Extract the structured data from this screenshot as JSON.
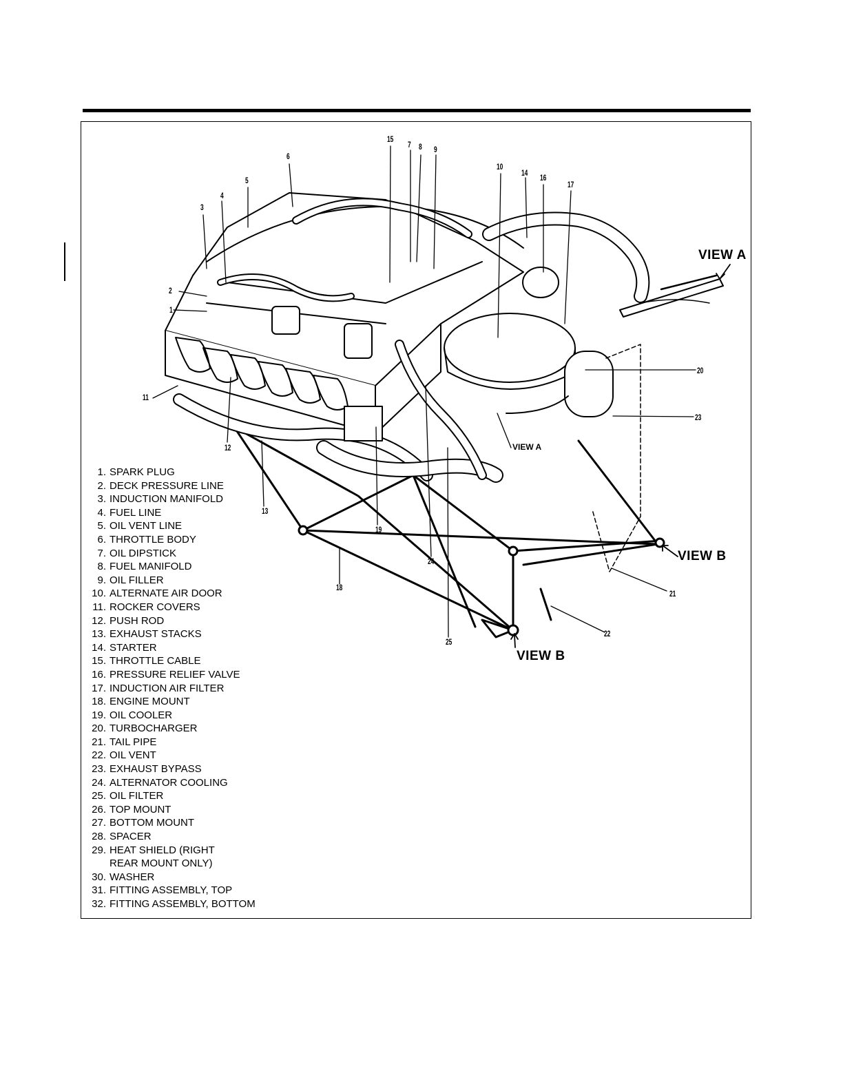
{
  "callouts": [
    "1",
    "2",
    "3",
    "4",
    "5",
    "6",
    "7",
    "8",
    "9",
    "10",
    "11",
    "12",
    "13",
    "14",
    "15",
    "16",
    "17",
    "18",
    "19",
    "20",
    "21",
    "22",
    "23",
    "24",
    "25"
  ],
  "views": {
    "view_a_large": "VIEW A",
    "view_a_small": "VIEW A",
    "view_b_right": "VIEW B",
    "view_b_bottom": "VIEW B"
  },
  "legend": [
    {
      "num": "1.",
      "text": "SPARK PLUG"
    },
    {
      "num": "2.",
      "text": "DECK PRESSURE LINE"
    },
    {
      "num": "3.",
      "text": "INDUCTION MANIFOLD"
    },
    {
      "num": "4.",
      "text": "FUEL LINE"
    },
    {
      "num": "5.",
      "text": "OIL VENT LINE"
    },
    {
      "num": "6.",
      "text": "THROTTLE BODY"
    },
    {
      "num": "7.",
      "text": "OIL DIPSTICK"
    },
    {
      "num": "8.",
      "text": "FUEL MANIFOLD"
    },
    {
      "num": "9.",
      "text": "OIL FILLER"
    },
    {
      "num": "10.",
      "text": "ALTERNATE AIR DOOR"
    },
    {
      "num": "11.",
      "text": "ROCKER COVERS"
    },
    {
      "num": "12.",
      "text": "PUSH ROD"
    },
    {
      "num": "13.",
      "text": "EXHAUST STACKS"
    },
    {
      "num": "14.",
      "text": "STARTER"
    },
    {
      "num": "15.",
      "text": "THROTTLE CABLE"
    },
    {
      "num": "16.",
      "text": "PRESSURE RELIEF VALVE"
    },
    {
      "num": "17.",
      "text": "INDUCTION AIR FILTER"
    },
    {
      "num": "18.",
      "text": "ENGINE MOUNT"
    },
    {
      "num": "19.",
      "text": "OIL COOLER"
    },
    {
      "num": "20.",
      "text": "TURBOCHARGER"
    },
    {
      "num": "21.",
      "text": "TAIL PIPE"
    },
    {
      "num": "22.",
      "text": "OIL VENT"
    },
    {
      "num": "23.",
      "text": "EXHAUST BYPASS"
    },
    {
      "num": "24.",
      "text": "ALTERNATOR COOLING"
    },
    {
      "num": "25.",
      "text": "OIL FILTER"
    },
    {
      "num": "26.",
      "text": "TOP MOUNT"
    },
    {
      "num": "27.",
      "text": "BOTTOM MOUNT"
    },
    {
      "num": "28.",
      "text": "SPACER"
    },
    {
      "num": "29.",
      "text": "HEAT SHIELD (RIGHT"
    },
    {
      "num": "",
      "text": "REAR MOUNT ONLY)"
    },
    {
      "num": "30.",
      "text": "WASHER"
    },
    {
      "num": "31.",
      "text": "FITTING ASSEMBLY, TOP"
    },
    {
      "num": "32.",
      "text": "FITTING ASSEMBLY, BOTTOM"
    }
  ]
}
